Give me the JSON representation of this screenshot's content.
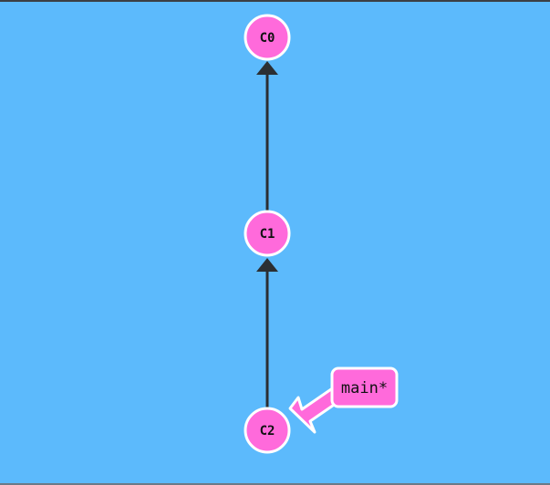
{
  "graph": {
    "commits": [
      {
        "id": "C0"
      },
      {
        "id": "C1"
      },
      {
        "id": "C2"
      }
    ],
    "edges": [
      {
        "from": "C1",
        "to": "C0"
      },
      {
        "from": "C2",
        "to": "C1"
      }
    ],
    "branch": {
      "label": "main*",
      "points_to": "C2"
    }
  },
  "colors": {
    "background": "#5cbafc",
    "commit_fill": "#ff6adb",
    "commit_stroke": "#ffffff",
    "edge": "#2b2f33",
    "branch_fill": "#ff6adb",
    "branch_stroke": "#ffffff"
  }
}
